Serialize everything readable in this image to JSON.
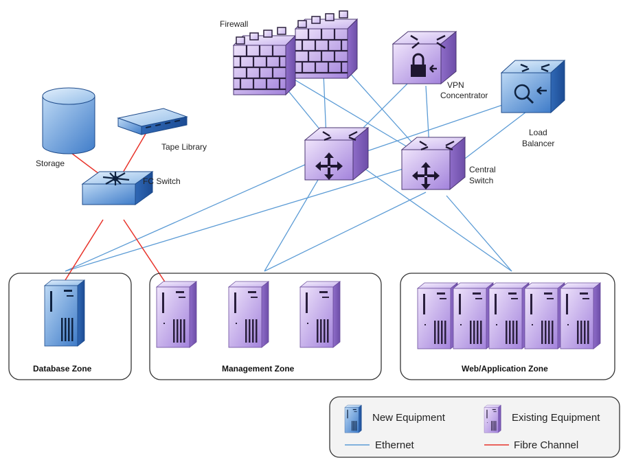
{
  "devices": {
    "firewall": "Firewall",
    "vpn_line1": "VPN",
    "vpn_line2": "Concentrator",
    "load_balancer_line1": "Load",
    "load_balancer_line2": "Balancer",
    "central_switch_line1": "Central",
    "central_switch_line2": "Switch",
    "storage": "Storage",
    "tape_library": "Tape Library",
    "fc_switch": "FC Switch"
  },
  "zones": {
    "database": "Database Zone",
    "management": "Management Zone",
    "web_app": "Web/Application Zone"
  },
  "legend": {
    "new_equipment": "New Equipment",
    "existing_equipment": "Existing Equipment",
    "ethernet": "Ethernet",
    "fibre_channel": "Fibre Channel"
  },
  "colors": {
    "ethernet": "#5b9bd5",
    "fibre_channel": "#e8332a",
    "new_equipment": "#3a7fd0",
    "existing_equipment": "#9a7ad6"
  }
}
